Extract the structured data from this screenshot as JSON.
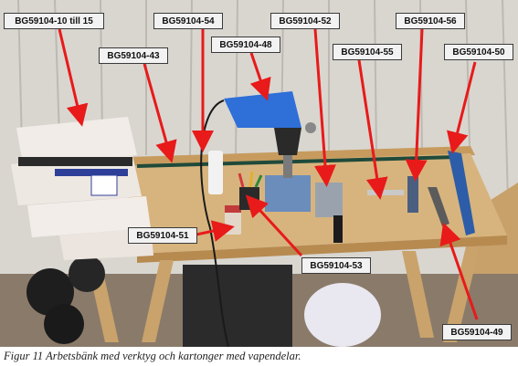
{
  "labels": {
    "bg_10_15": "BG59104-10 till 15",
    "bg_54": "BG59104-54",
    "bg_52": "BG59104-52",
    "bg_56": "BG59104-56",
    "bg_48": "BG59104-48",
    "bg_43": "BG59104-43",
    "bg_55": "BG59104-55",
    "bg_50": "BG59104-50",
    "bg_51": "BG59104-51",
    "bg_53": "BG59104-53",
    "bg_49": "BG59104-49"
  },
  "caption": "Figur 11 Arbetsbänk med verktyg och kartonger med vapendelar.",
  "colors": {
    "arrow": "#e81a1a",
    "wall": "#d9d6d0",
    "bench_top": "#d7b47e",
    "drill_body": "#2e6fd8"
  }
}
